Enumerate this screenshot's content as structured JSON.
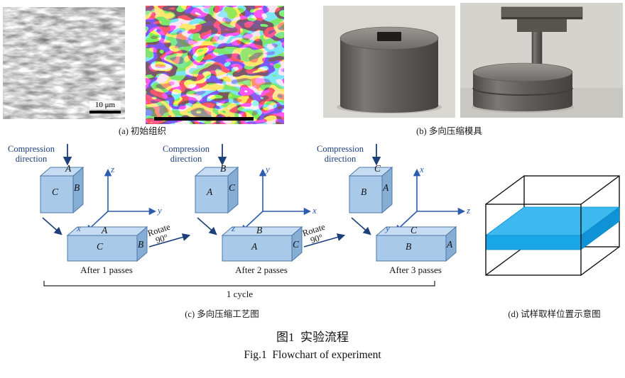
{
  "panel_a": {
    "caption": "(a) 初始组织",
    "scale_bar": "10 μm"
  },
  "panel_b": {
    "caption": "(b) 多向压缩模具"
  },
  "panel_c": {
    "caption": "(c) 多向压缩工艺图",
    "compression_label": "Compression direction",
    "rotate_label": "Rotate 90°",
    "cycle_label": "1 cycle",
    "groups": [
      {
        "after_label": "After 1 passes",
        "cube_top": "A",
        "cube_front": "C",
        "cube_side": "B",
        "axis_up": "z",
        "axis_right": "y",
        "axis_out": "x",
        "flat_top": "A",
        "flat_front": "C",
        "flat_side": "B"
      },
      {
        "after_label": "After 2 passes",
        "cube_top": "B",
        "cube_front": "A",
        "cube_side": "C",
        "axis_up": "y",
        "axis_right": "x",
        "axis_out": "z",
        "flat_top": "B",
        "flat_front": "A",
        "flat_side": "C"
      },
      {
        "after_label": "After 3 passes",
        "cube_top": "C",
        "cube_front": "B",
        "cube_side": "A",
        "axis_up": "x",
        "axis_right": "z",
        "axis_out": "y",
        "flat_top": "C",
        "flat_front": "B",
        "flat_side": "A"
      }
    ]
  },
  "panel_d": {
    "caption": "(d) 试样取样位置示意图"
  },
  "figure_caption": {
    "cn": "图1  实验流程",
    "en": "Fig.1  Flowchart of experiment"
  }
}
